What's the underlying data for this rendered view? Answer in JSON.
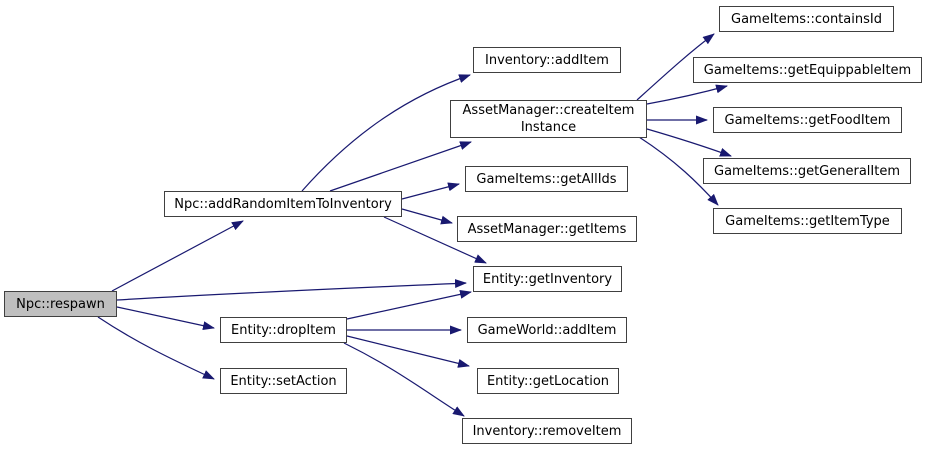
{
  "diagram": {
    "type": "call-graph",
    "edge_color": "#191970",
    "node_border_color": "#404040",
    "node_fill": "#ffffff",
    "highlight_fill": "#bfbfbf",
    "nodes": [
      {
        "id": "npc-respawn",
        "label": "Npc::respawn",
        "highlighted": true
      },
      {
        "id": "npc-add-random-item-to-inventory",
        "label": "Npc::addRandomItemToInventory",
        "highlighted": false
      },
      {
        "id": "entity-drop-item",
        "label": "Entity::dropItem",
        "highlighted": false
      },
      {
        "id": "entity-set-action",
        "label": "Entity::setAction",
        "highlighted": false
      },
      {
        "id": "inventory-add-item",
        "label": "Inventory::addItem",
        "highlighted": false
      },
      {
        "id": "asset-manager-create-item-instance",
        "label": "AssetManager::createItem\nInstance",
        "highlighted": false
      },
      {
        "id": "game-items-get-all-ids",
        "label": "GameItems::getAllIds",
        "highlighted": false
      },
      {
        "id": "asset-manager-get-items",
        "label": "AssetManager::getItems",
        "highlighted": false
      },
      {
        "id": "entity-get-inventory",
        "label": "Entity::getInventory",
        "highlighted": false
      },
      {
        "id": "game-world-add-item",
        "label": "GameWorld::addItem",
        "highlighted": false
      },
      {
        "id": "entity-get-location",
        "label": "Entity::getLocation",
        "highlighted": false
      },
      {
        "id": "inventory-remove-item",
        "label": "Inventory::removeItem",
        "highlighted": false
      },
      {
        "id": "game-items-contains-id",
        "label": "GameItems::containsId",
        "highlighted": false
      },
      {
        "id": "game-items-get-equippable-item",
        "label": "GameItems::getEquippableItem",
        "highlighted": false
      },
      {
        "id": "game-items-get-food-item",
        "label": "GameItems::getFoodItem",
        "highlighted": false
      },
      {
        "id": "game-items-get-general-item",
        "label": "GameItems::getGeneralItem",
        "highlighted": false
      },
      {
        "id": "game-items-get-item-type",
        "label": "GameItems::getItemType",
        "highlighted": false
      }
    ],
    "edges": [
      {
        "from": "Npc::respawn",
        "to": "Npc::addRandomItemToInventory"
      },
      {
        "from": "Npc::respawn",
        "to": "Entity::getInventory"
      },
      {
        "from": "Npc::respawn",
        "to": "Entity::dropItem"
      },
      {
        "from": "Npc::respawn",
        "to": "Entity::setAction"
      },
      {
        "from": "Npc::addRandomItemToInventory",
        "to": "Inventory::addItem"
      },
      {
        "from": "Npc::addRandomItemToInventory",
        "to": "AssetManager::createItemInstance"
      },
      {
        "from": "Npc::addRandomItemToInventory",
        "to": "GameItems::getAllIds"
      },
      {
        "from": "Npc::addRandomItemToInventory",
        "to": "AssetManager::getItems"
      },
      {
        "from": "Npc::addRandomItemToInventory",
        "to": "Entity::getInventory"
      },
      {
        "from": "AssetManager::createItemInstance",
        "to": "GameItems::containsId"
      },
      {
        "from": "AssetManager::createItemInstance",
        "to": "GameItems::getEquippableItem"
      },
      {
        "from": "AssetManager::createItemInstance",
        "to": "GameItems::getFoodItem"
      },
      {
        "from": "AssetManager::createItemInstance",
        "to": "GameItems::getGeneralItem"
      },
      {
        "from": "AssetManager::createItemInstance",
        "to": "GameItems::getItemType"
      },
      {
        "from": "Entity::dropItem",
        "to": "Entity::getInventory"
      },
      {
        "from": "Entity::dropItem",
        "to": "GameWorld::addItem"
      },
      {
        "from": "Entity::dropItem",
        "to": "Entity::getLocation"
      },
      {
        "from": "Entity::dropItem",
        "to": "Inventory::removeItem"
      }
    ]
  }
}
